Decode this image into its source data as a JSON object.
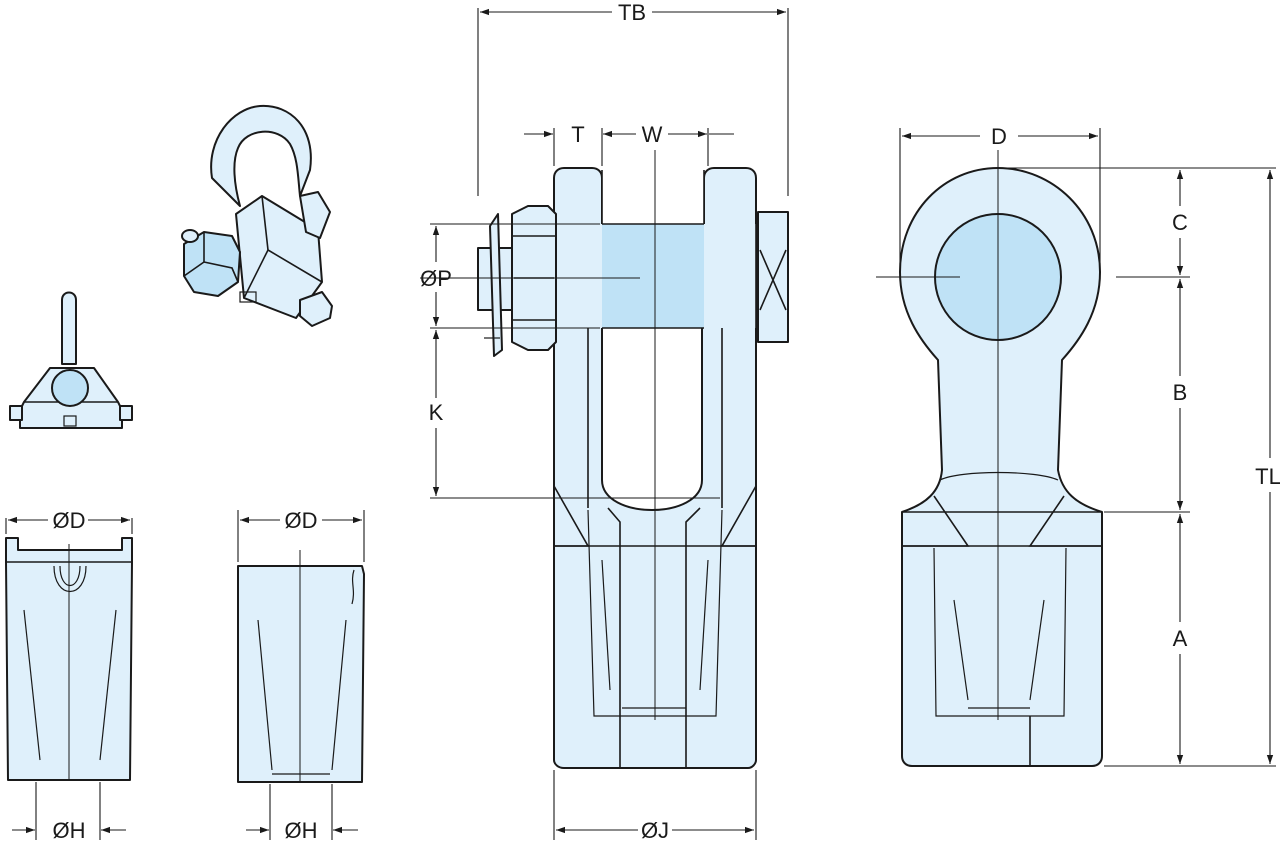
{
  "colors": {
    "part_fill": "#dff0fb",
    "pin_fill": "#bfe2f6",
    "line": "#1a1a1a"
  },
  "dimensions": {
    "TB": "TB",
    "T": "T",
    "W": "W",
    "D": "D",
    "C": "C",
    "P": "ØP",
    "K": "K",
    "B": "B",
    "TL": "TL",
    "A": "A",
    "J": "ØJ",
    "wedge_D": "ØD",
    "wedge_H": "ØH",
    "cone_D": "ØD",
    "cone_H": "ØH"
  }
}
